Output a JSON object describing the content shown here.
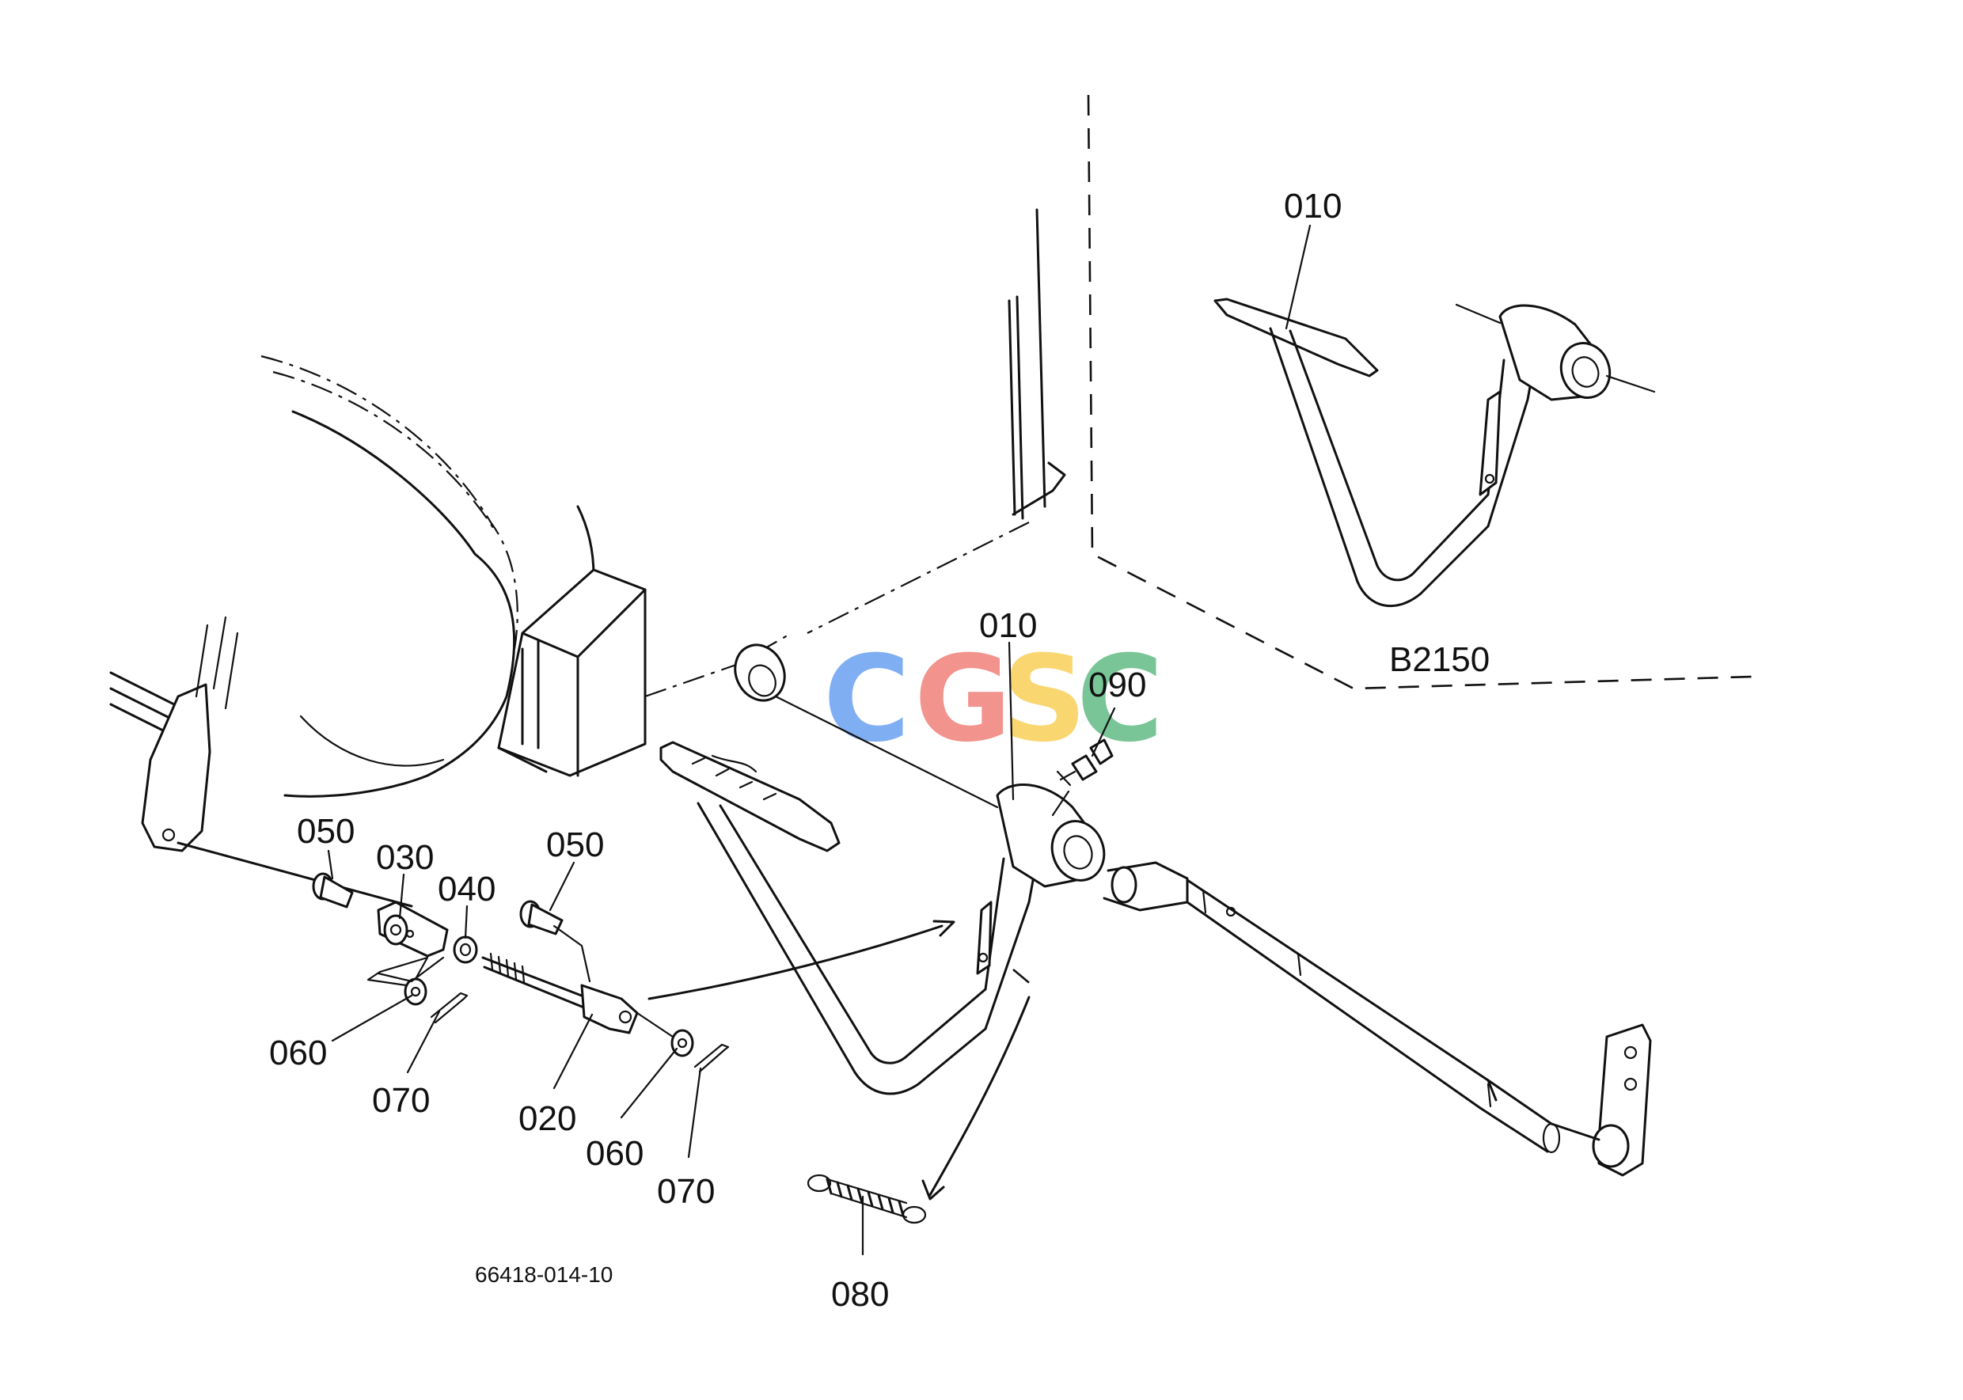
{
  "diagram": {
    "drawing_code": "66418-014-10",
    "variant_label": "B2150",
    "watermark": {
      "text": "CGSC",
      "colors": [
        "#6aa0f2",
        "#f0817a",
        "#f8d058",
        "#62bb85"
      ]
    },
    "callouts": {
      "p010_inset": "010",
      "p010_main": "010",
      "p090": "090",
      "p050_left": "050",
      "p030": "030",
      "p040": "040",
      "p050_right": "050",
      "p060_left": "060",
      "p070_left": "070",
      "p020": "020",
      "p060_right": "060",
      "p070_right": "070",
      "p080": "080"
    }
  }
}
